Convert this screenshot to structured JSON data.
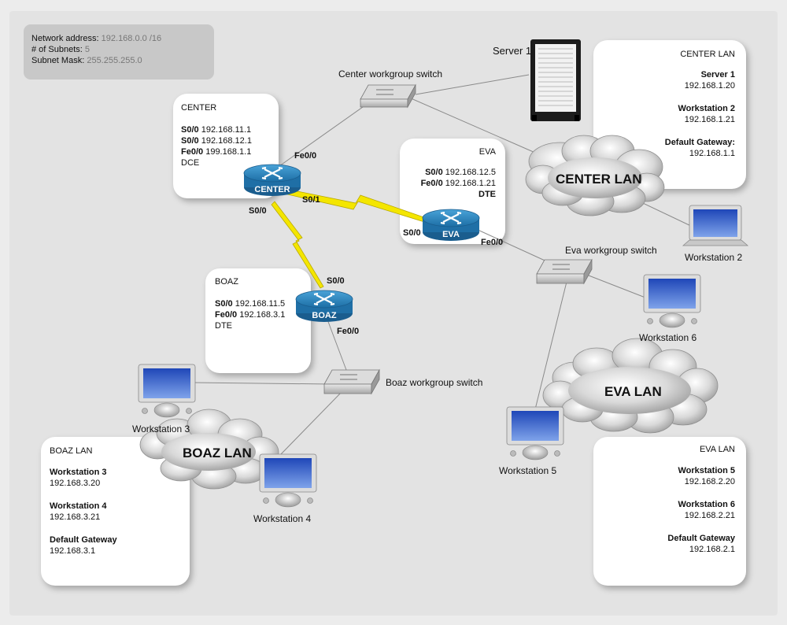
{
  "info": {
    "network_label": "Network address:",
    "network_value": "192.168.0.0 /16",
    "subnets_label": "# of Subnets:",
    "subnets_value": "5",
    "mask_label": "Subnet Mask:",
    "mask_value": "255.255.255.0"
  },
  "routers": {
    "center": {
      "name": "CENTER",
      "badge": "CENTER",
      "line1_port": "S0/0",
      "line1_ip": "192.168.11.1",
      "line2_port": "S0/0",
      "line2_ip": "192.168.12.1",
      "line3_port": "Fe0/0",
      "line3_ip": "199.168.1.1",
      "mode": "DCE",
      "port_fe": "Fe0/0",
      "port_s01": "S0/1",
      "port_s00": "S0/0"
    },
    "eva": {
      "name": "EVA",
      "badge": "EVA",
      "line1_port": "S0/0",
      "line1_ip": "192.168.12.5",
      "line2_port": "Fe0/0",
      "line2_ip": "192.168.1.21",
      "mode": "DTE",
      "port_s00": "S0/0",
      "port_fe": "Fe0/0"
    },
    "boaz": {
      "name": "BOAZ",
      "badge": "BOAZ",
      "line1_port": "S0/0",
      "line1_ip": "192.168.11.5",
      "line2_port": "Fe0/0",
      "line2_ip": "192.168.3.1",
      "mode": "DTE",
      "port_s00": "S0/0",
      "port_fe": "Fe0/0"
    }
  },
  "switches": {
    "center": "Center workgroup switch",
    "eva": "Eva workgroup switch",
    "boaz": "Boaz workgroup switch"
  },
  "devices": {
    "server1": "Server 1",
    "ws2": "Workstation 2",
    "ws3": "Workstation 3",
    "ws4": "Workstation 4",
    "ws5": "Workstation 5",
    "ws6": "Workstation 6"
  },
  "clouds": {
    "center": "CENTER LAN",
    "eva": "EVA LAN",
    "boaz": "BOAZ LAN"
  },
  "lans": {
    "center": {
      "title": "CENTER LAN",
      "h1": "Server 1",
      "v1": "192.168.1.20",
      "h2": "Workstation 2",
      "v2": "192.168.1.21",
      "h3": "Default Gateway:",
      "v3": "192.168.1.1"
    },
    "eva": {
      "title": "EVA LAN",
      "h1": "Workstation 5",
      "v1": "192.168.2.20",
      "h2": "Workstation 6",
      "v2": "192.168.2.21",
      "h3": "Default Gateway",
      "v3": "192.168.2.1"
    },
    "boaz": {
      "title": "BOAZ LAN",
      "h1": "Workstation 3",
      "v1": "192.168.3.20",
      "h2": "Workstation 4",
      "v2": "192.168.3.21",
      "h3": "Default Gateway",
      "v3": "192.168.3.1"
    }
  },
  "colors": {
    "router": "#1f6fa6",
    "wan_link": "#f2e600",
    "cable": "#8a8a8a",
    "screen": "#2b5dc9"
  }
}
